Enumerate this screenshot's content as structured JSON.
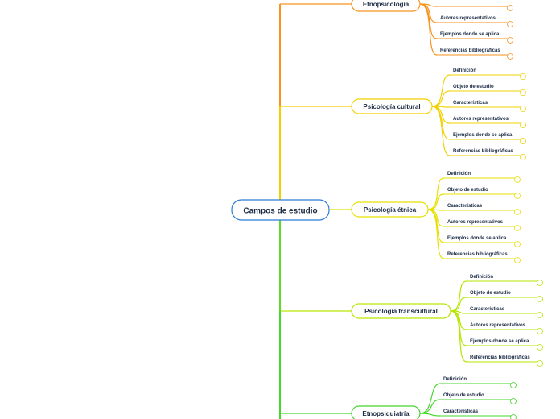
{
  "root": {
    "label": "Campos de estudio"
  },
  "branches": [
    {
      "label": "Etnopsicología",
      "color": "#f7931e",
      "children": [
        "",
        "Autores representativos",
        "Ejemplos donde se aplica",
        "Referencias bibliográficas"
      ]
    },
    {
      "label": "Psicología cultural",
      "color": "#f2d100",
      "children": [
        "Definición",
        "Objeto de estudio",
        "Características",
        "Autores representativos",
        "Ejemplos donde se aplica",
        "Referencias bibliográficas"
      ]
    },
    {
      "label": "Psicología étnica",
      "color": "#e6e000",
      "children": [
        "Definición",
        "Objeto de estudio",
        "Características",
        "Autores representativos",
        "Ejemplos donde se aplica",
        "Referencias bibliográficas"
      ]
    },
    {
      "label": "Psicología transcultural",
      "color": "#b6e600",
      "children": [
        "Definición",
        "Objeto de estudio",
        "Características",
        "Autores representativos",
        "Ejemplos donde se aplica",
        "Referencias bibliográficas"
      ]
    },
    {
      "label": "Etnopsiquiatría",
      "color": "#44d62c",
      "children": [
        "Definición",
        "Objeto de estudio",
        "Características"
      ]
    }
  ],
  "colors": {
    "root_border": "#2b7bd6",
    "text": "#1a2a44"
  }
}
